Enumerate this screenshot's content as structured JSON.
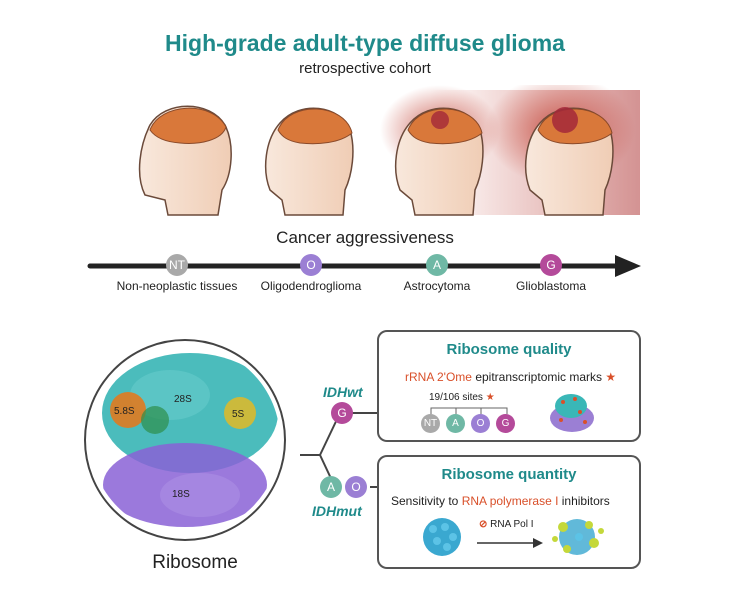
{
  "header": {
    "title": "High-grade adult-type diffuse glioma",
    "subtitle": "retrospective cohort"
  },
  "timeline": {
    "axis_label": "Cancer aggressiveness",
    "stages": [
      {
        "badge": "NT",
        "label": "Non-neoplastic tissues",
        "color": "#a9a9a9"
      },
      {
        "badge": "O",
        "label": "Oligodendroglioma",
        "color": "#9b7fd4"
      },
      {
        "badge": "A",
        "label": "Astrocytoma",
        "color": "#6fb8a5"
      },
      {
        "badge": "G",
        "label": "Glioblastoma",
        "color": "#b44a9a"
      }
    ]
  },
  "ribosome": {
    "label": "Ribosome",
    "subunits": [
      "28S",
      "5.8S",
      "5S",
      "18S"
    ]
  },
  "branches": {
    "wt_label": "IDHwt",
    "wt_badge": "G",
    "mut_label": "IDHmut",
    "mut_badges": [
      "A",
      "O"
    ]
  },
  "quality_panel": {
    "title": "Ribosome quality",
    "marks_accent": "rRNA 2'Ome",
    "marks_rest": "epitranscriptomic marks",
    "sites": "19/106 sites",
    "badges": [
      "NT",
      "A",
      "O",
      "G"
    ]
  },
  "quantity_panel": {
    "title": "Ribosome quantity",
    "sensitivity_pre": "Sensitivity to",
    "sensitivity_accent": "RNA polymerase I",
    "sensitivity_post": "inhibitors",
    "inhibitor_label": "RNA Pol I"
  },
  "colors": {
    "teal": "#1f8a8a",
    "accent": "#d9502a",
    "nt": "#a9a9a9",
    "o": "#9b7fd4",
    "a": "#6fb8a5",
    "g": "#b44a9a"
  }
}
